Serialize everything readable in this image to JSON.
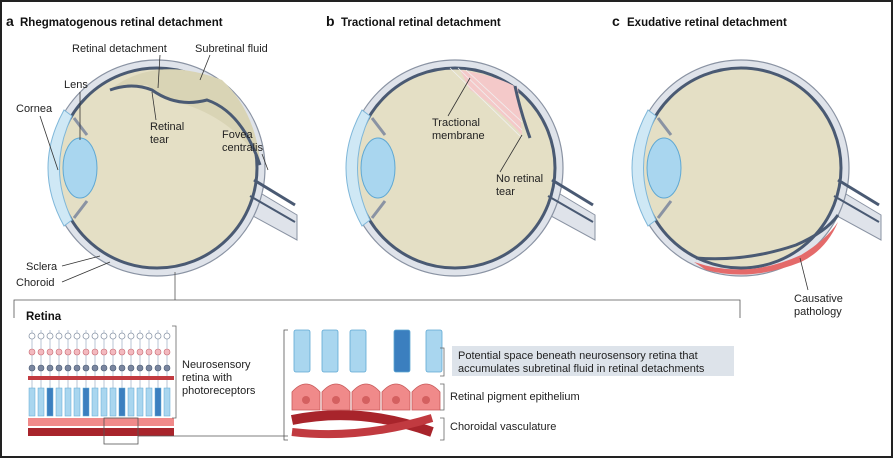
{
  "panels": [
    {
      "letter": "a",
      "title": "Rhegmatogenous retinal detachment"
    },
    {
      "letter": "b",
      "title": "Tractional retinal detachment"
    },
    {
      "letter": "c",
      "title": "Exudative retinal detachment"
    }
  ],
  "labels_a": {
    "retinal_detachment": "Retinal detachment",
    "subretinal_fluid": "Subretinal fluid",
    "lens": "Lens",
    "cornea": "Cornea",
    "retinal_tear_1": "Retinal",
    "retinal_tear_2": "tear",
    "fovea_1": "Fovea",
    "fovea_2": "centralis",
    "sclera": "Sclera",
    "choroid": "Choroid"
  },
  "labels_b": {
    "tractional_1": "Tractional",
    "tractional_2": "membrane",
    "no_tear_1": "No retinal",
    "no_tear_2": "tear"
  },
  "labels_c": {
    "causative_1": "Causative",
    "causative_2": "pathology"
  },
  "retina_box": {
    "title": "Retina",
    "neuro_1": "Neurosensory",
    "neuro_2": "retina with",
    "neuro_3": "photoreceptors",
    "space_1": "Potential space beneath neurosensory retina that",
    "space_2": "accumulates subretinal fluid in retinal detachments",
    "rpe": "Retinal pigment epithelium",
    "choroidal": "Choroidal vasculature"
  },
  "colors": {
    "vitreous": "#e4dfc5",
    "sclera": "#dfe3ea",
    "retina_line": "#4a5a73",
    "lens": "#a9d6ef",
    "cornea": "#cfe8f5",
    "fluid": "#f4c9c9",
    "pathology": "#e46a6a",
    "rpe": "#f08a8a",
    "vessel": "#a8242b"
  }
}
